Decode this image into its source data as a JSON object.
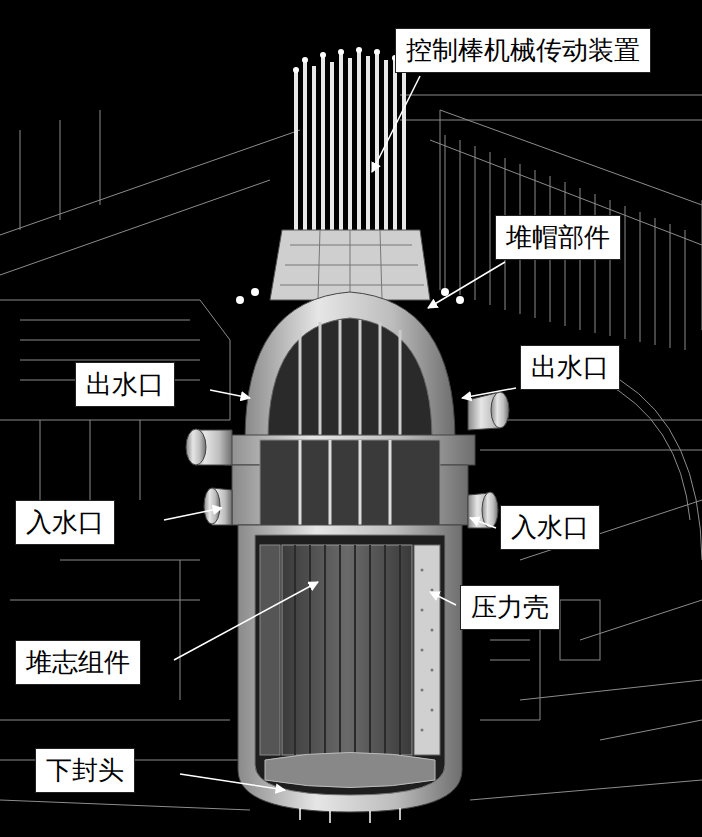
{
  "diagram": {
    "nodes": [
      {
        "text": [
          "控制棒机械传动装置"
        ]
      },
      {
        "text": [
          "堆帽部件"
        ]
      },
      {
        "text": [
          "出水口"
        ]
      },
      {
        "text": [
          "出水口"
        ]
      },
      {
        "text": [
          "入水口"
        ]
      },
      {
        "text": [
          "入水口"
        ]
      },
      {
        "text": [
          "压力壳"
        ]
      },
      {
        "text": [
          "堆志组件"
        ]
      },
      {
        "text": [
          "下封头"
        ]
      }
    ]
  }
}
